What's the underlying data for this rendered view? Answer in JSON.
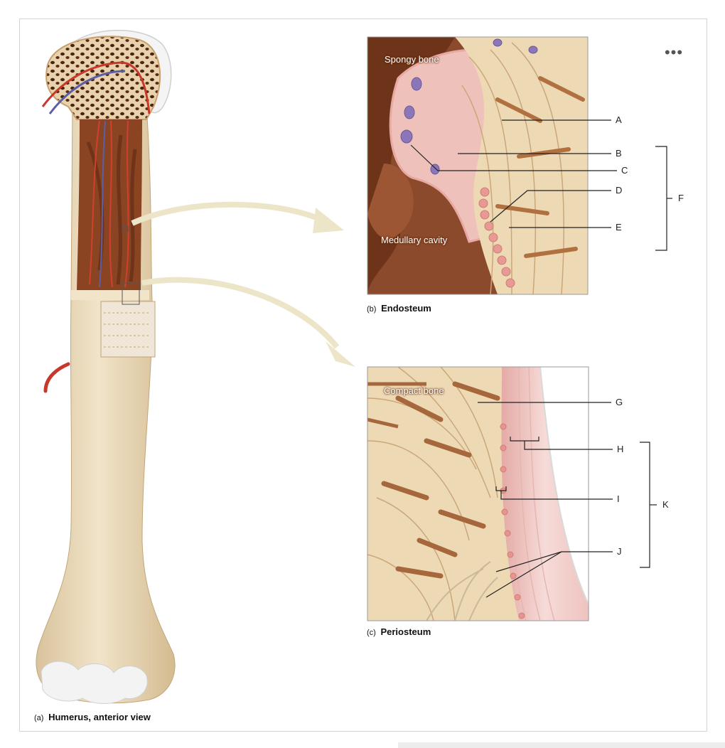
{
  "menu": {
    "more_label": "•••"
  },
  "panels": {
    "humerus": {
      "tag": "(a)",
      "title": "Humerus, anterior view"
    },
    "endosteum": {
      "tag": "(b)",
      "title": "Endosteum",
      "labels": {
        "spongy": "Spongy bone",
        "medullary": "Medullary cavity"
      }
    },
    "periosteum": {
      "tag": "(c)",
      "title": "Periosteum",
      "labels": {
        "compact": "Compact bone"
      }
    }
  },
  "letters": {
    "A": "A",
    "B": "B",
    "C": "C",
    "D": "D",
    "E": "E",
    "F": "F",
    "G": "G",
    "H": "H",
    "I": "I",
    "J": "J",
    "K": "K"
  },
  "colors": {
    "bone": "#ecdcc0",
    "boneShadow": "#d2ba93",
    "marrow": "#7b3a1e",
    "artery": "#c8372a",
    "vein": "#5a5fa8",
    "osteon": "#a5673b",
    "periosteum": "#f1cfcc",
    "cartilage": "#f3f3f3"
  }
}
